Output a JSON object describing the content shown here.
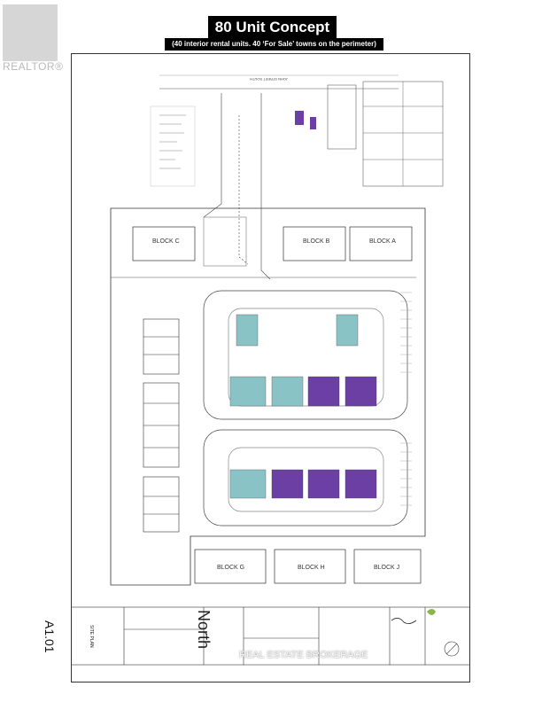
{
  "header": {
    "title": "80 Unit Concept",
    "subtitle": "(40 interior rental units. 40 ‘For Sale’ towns on the perimeter)"
  },
  "watermark": {
    "text": "REALTOR®"
  },
  "plan": {
    "street": "JOHN STREET SOUTH",
    "blocks": [
      {
        "label": "BLOCK C"
      },
      {
        "label": "BLOCK B"
      },
      {
        "label": "BLOCK A"
      },
      {
        "label": "BLOCK G"
      },
      {
        "label": "BLOCK H"
      },
      {
        "label": "BLOCK J"
      }
    ]
  },
  "title_block": {
    "sheet_number": "A1.01",
    "sheet_name": "SITE PLAN",
    "project_name": "North",
    "brokerage_overlay": "REAL ESTATE BROKERAGE"
  },
  "colors": {
    "teal": "#8ac3c6",
    "purple": "#6b3fa3",
    "page_border": "#333333"
  }
}
